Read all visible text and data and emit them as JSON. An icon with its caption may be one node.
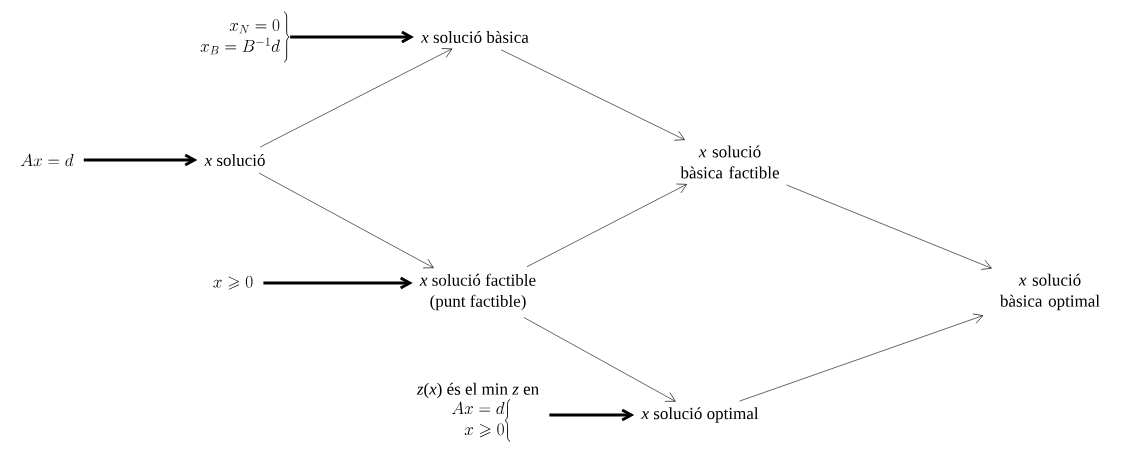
{
  "diagram": {
    "nodes": [
      {
        "text": [
          "x_N = 0",
          "x_B = B^{-1}d"
        ]
      },
      {
        "text": [
          "*x* solució bàsica"
        ]
      },
      {
        "text": [
          "Ax = d"
        ]
      },
      {
        "text": [
          "*x* solució"
        ]
      },
      {
        "text": [
          "*x* solució bàsica factible"
        ]
      },
      {
        "text": [
          "x \\geqslant 0"
        ]
      },
      {
        "text": [
          "*x* solució factible",
          "(punt factible)"
        ]
      },
      {
        "text": [
          "*x* solució bàsica optimal"
        ]
      },
      {
        "text": [
          "*z*(*x*) és el min *z* en",
          "Ax = d",
          "x \\geqslant 0"
        ]
      },
      {
        "text": [
          "*x* solució optimal"
        ]
      }
    ],
    "edges": [
      {
        "from": 0,
        "to": 1,
        "arrow": "to",
        "style": "thick"
      },
      {
        "from": 2,
        "to": 3,
        "arrow": "to",
        "style": "thick"
      },
      {
        "from": 3,
        "to": 1,
        "arrow": "to"
      },
      {
        "from": 3,
        "to": 6,
        "arrow": "to"
      },
      {
        "from": 1,
        "to": 4,
        "arrow": "to"
      },
      {
        "from": 5,
        "to": 6,
        "arrow": "to",
        "style": "thick"
      },
      {
        "from": 6,
        "to": 4,
        "arrow": "to"
      },
      {
        "from": 4,
        "to": 7,
        "arrow": "to"
      },
      {
        "from": 6,
        "to": 9,
        "arrow": "to"
      },
      {
        "from": 9,
        "to": 7,
        "arrow": "to"
      },
      {
        "from": 8,
        "to": 9,
        "arrow": "to",
        "style": "thick"
      }
    ]
  }
}
